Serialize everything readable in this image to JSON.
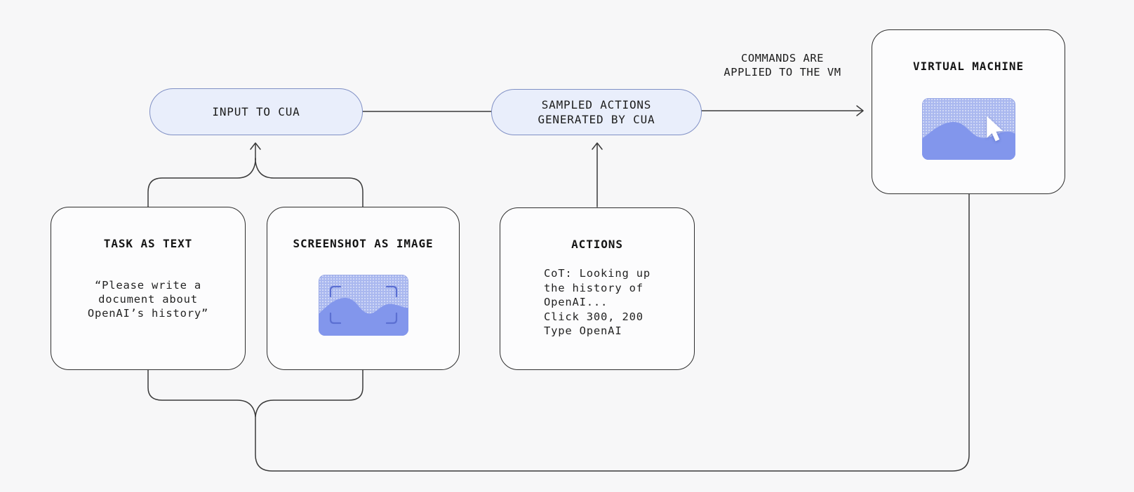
{
  "diagram": {
    "background": "#f7f7f8",
    "line_color": "#3a3a3a",
    "pill_fill": "#e9eefb",
    "pill_border": "#8090c5",
    "box_fill": "#fcfcfd",
    "box_border": "#2e2e2e",
    "icon_base_blue": "#aab8ef",
    "icon_wave_blue": "#8296ec",
    "icon_bracket_blue": "#5b6fd2",
    "cursor_color": "#ffffff"
  },
  "nodes": {
    "input_pill": {
      "label": "INPUT TO CUA"
    },
    "sampled_pill": {
      "label": "SAMPLED ACTIONS\nGENERATED BY CUA"
    },
    "virtual_machine": {
      "title": "VIRTUAL MACHINE"
    },
    "task": {
      "title": "TASK AS TEXT",
      "body": "“Please write a\ndocument about\nOpenAI’s history”"
    },
    "screenshot": {
      "title": "SCREENSHOT AS IMAGE"
    },
    "actions": {
      "title": "ACTIONS",
      "body": "CoT: Looking up\nthe history of\nOpenAI...\nClick 300, 200\nType OpenAI"
    }
  },
  "labels": {
    "commands_arrow": "COMMANDS ARE\nAPPLIED TO THE VM"
  }
}
